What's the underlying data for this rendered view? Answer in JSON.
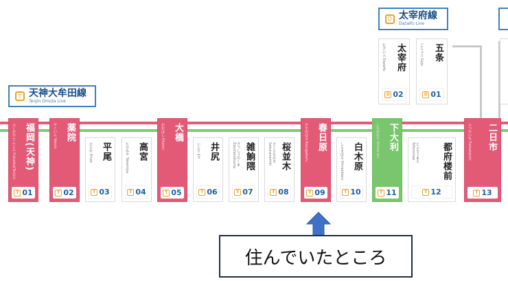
{
  "line_labels": {
    "tenjin_omuta": {
      "name": "天神大牟田線",
      "en": "Tenjin Omuta Line",
      "mark": "T"
    },
    "dazaifu": {
      "name": "太宰府線",
      "en": "Dazaifu Line",
      "mark": "D"
    },
    "right_cut": {
      "mark": ""
    }
  },
  "top_stations": [
    {
      "name": "太宰府",
      "sub": "だざいふ Dazaifu",
      "code": "02",
      "mark": "D"
    },
    {
      "name": "五条",
      "sub": "ごじょう Gojo",
      "code": "01",
      "mark": "D"
    }
  ],
  "stations": [
    {
      "name": "福岡(天神)",
      "sub": "ふくおか てんじん Fukuoka(Tenjin)",
      "code": "01",
      "type": "major"
    },
    {
      "name": "薬院",
      "sub": "やくいん Yakuin",
      "code": "02",
      "type": "major"
    },
    {
      "name": "平尾",
      "sub": "ひらお Hirao",
      "code": "03",
      "type": "plain"
    },
    {
      "name": "高宮",
      "sub": "たかみや Takamiya",
      "code": "04",
      "type": "plain"
    },
    {
      "name": "大橋",
      "sub": "おおはし Ohashi",
      "code": "05",
      "type": "major"
    },
    {
      "name": "井尻",
      "sub": "いじり Ijiri",
      "code": "06",
      "type": "plain"
    },
    {
      "name": "雑餉隈",
      "sub": "ざっしょのくま Zasshonokuma",
      "code": "07",
      "type": "plain"
    },
    {
      "name": "桜並木",
      "sub": "さくらなみき Sakuranamiki",
      "code": "08",
      "type": "plain"
    },
    {
      "name": "春日原",
      "sub": "かすがばる Kasugabaru",
      "code": "09",
      "type": "major"
    },
    {
      "name": "白木原",
      "sub": "しらきばる Shirakibaru",
      "code": "10",
      "type": "plain"
    },
    {
      "name": "下大利",
      "sub": "しもおおり Shimo-ori",
      "code": "11",
      "type": "express"
    },
    {
      "name": "都府楼前",
      "sub": "とふろうまえ Tofuromae",
      "code": "12",
      "type": "plain"
    },
    {
      "name": "二日市",
      "sub": "ふつかいち Futsukaichi",
      "code": "13",
      "type": "major"
    }
  ],
  "code_mark": "T",
  "callout": {
    "text": "住んでいたところ"
  },
  "colors": {
    "red_line": "#e35a77",
    "green_line": "#7ccb6e",
    "accent_blue": "#1f5fa5",
    "arrow": "#3f72c4",
    "callout_border": "#1c2c4a"
  }
}
